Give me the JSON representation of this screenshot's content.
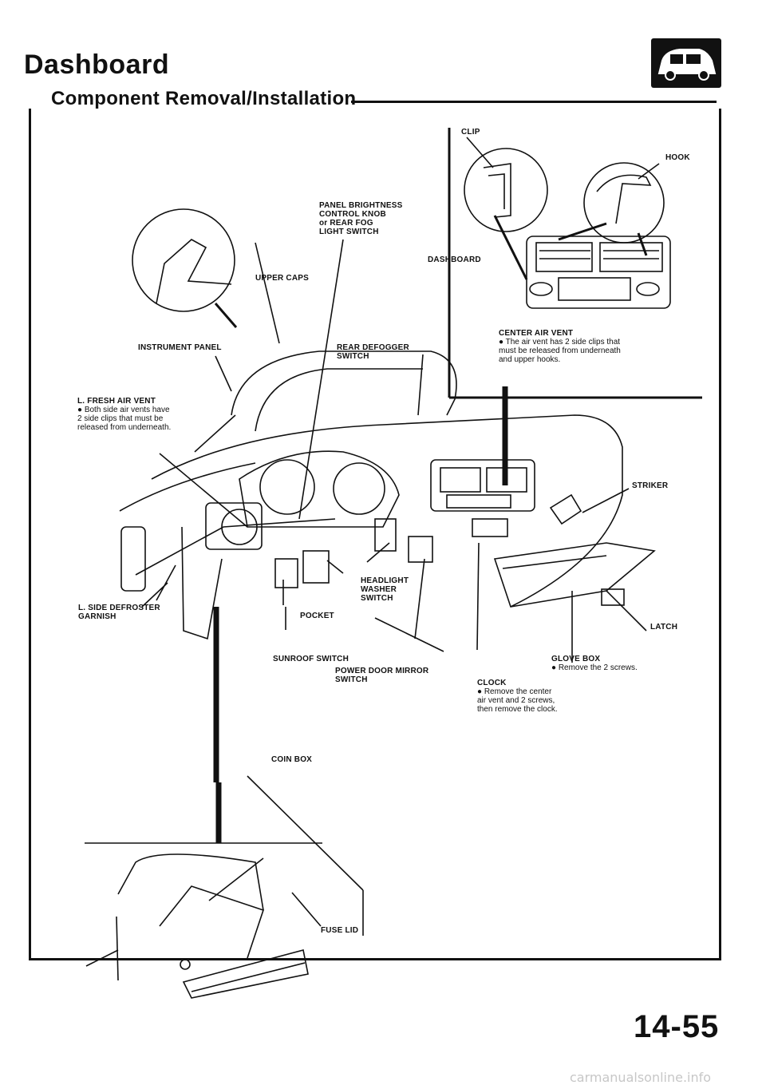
{
  "header": {
    "title": "Dashboard",
    "subtitle": "Component Removal/Installation",
    "section_icon": "car-icon"
  },
  "labels": {
    "clip": "CLIP",
    "hook": "HOOK",
    "panel_brightness": "PANEL BRIGHTNESS\nCONTROL KNOB\nor REAR FOG\nLIGHT SWITCH",
    "dashboard": "DASHBOARD",
    "upper_caps": "UPPER CAPS",
    "center_air_vent": "CENTER AIR VENT",
    "center_air_vent_note": "● The air vent has 2 side clips that\nmust be released from underneath\nand upper hooks.",
    "instrument_panel": "INSTRUMENT PANEL",
    "rear_defogger": "REAR DEFOGGER\nSWITCH",
    "fresh_air_vent": "L. FRESH AIR VENT",
    "fresh_air_vent_note": "● Both side air vents have\n2 side clips that must be\nreleased from underneath.",
    "striker": "STRIKER",
    "headlight_washer": "HEADLIGHT\nWASHER\nSWITCH",
    "side_defroster": "L. SIDE DEFROSTER\nGARNISH",
    "pocket": "POCKET",
    "latch": "LATCH",
    "sunroof_switch": "SUNROOF SWITCH",
    "glove_box": "GLOVE BOX",
    "glove_box_note": "● Remove the 2 screws.",
    "power_door_mirror": "POWER DOOR MIRROR\nSWITCH",
    "clock": "CLOCK",
    "clock_note": "● Remove the center\nair vent and 2 screws,\nthen remove the clock.",
    "coin_box": "COIN BOX",
    "fuse_lid": "FUSE LID"
  },
  "page_number": "14-55",
  "watermark": "carmanualsonline.info"
}
